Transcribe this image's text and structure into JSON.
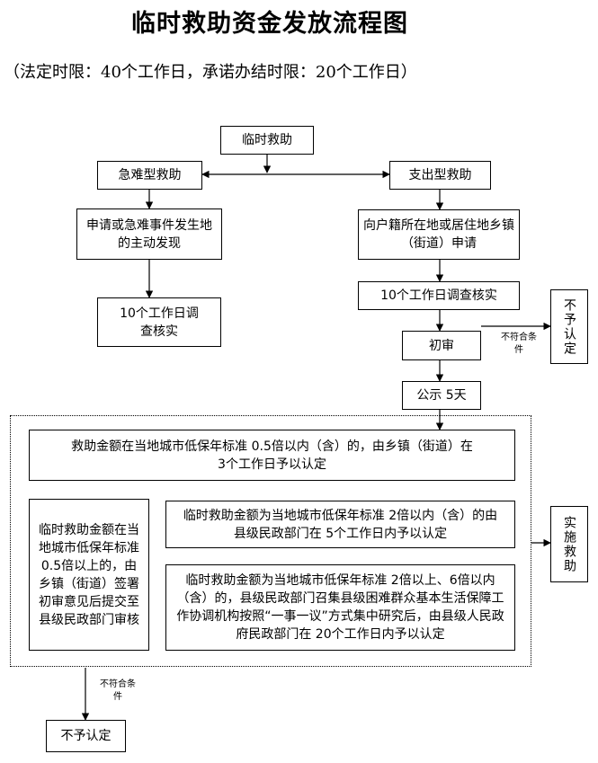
{
  "title": "临时救助资金发放流程图",
  "subtitle": "（法定时限：40个工作日，承诺办结时限：20个工作日）",
  "nodes": {
    "start": "临时救助",
    "emergency": "急难型救助",
    "expense": "支出型救助",
    "emergency_apply": "申请或急难事件发生地的主动发现",
    "expense_apply": "向户籍所在地或居住地乡镇（街道）申请",
    "emergency_investigate": "10个工作日调查核实",
    "expense_investigate": "10个工作日调查核实",
    "preliminary": "初审",
    "publicize": "公示 5天",
    "rule_small": "救助金额在当地城市低保年标准 0.5倍以内（含）的，由乡镇（街道）在 3个工作日予以认定",
    "rule_mid_left": "临时救助金额在当地城市低保年标准 0.5倍以上的，由乡镇（街道）签署初审意见后提交至县级民政部门审核",
    "rule_mid": "临时救助金额为当地城市低保年标准 2倍以内（含）的由县级民政部门在 5个工作日内予以认定",
    "rule_large": "临时救助金额为当地城市低保年标准 2倍以上、6倍以内（含）的，县级民政部门召集县级困难群众基本生活保障工作协调机构按照“一事一议”方式集中研究后，由县级人民政府民政部门在 20个工作日内予以认定",
    "reject_top": "不予认定",
    "implement": "实施救助",
    "reject_bottom": "不予认定"
  },
  "labels": {
    "not_qualified_top": "不符合条件",
    "not_qualified_bottom": "不符合条件"
  }
}
